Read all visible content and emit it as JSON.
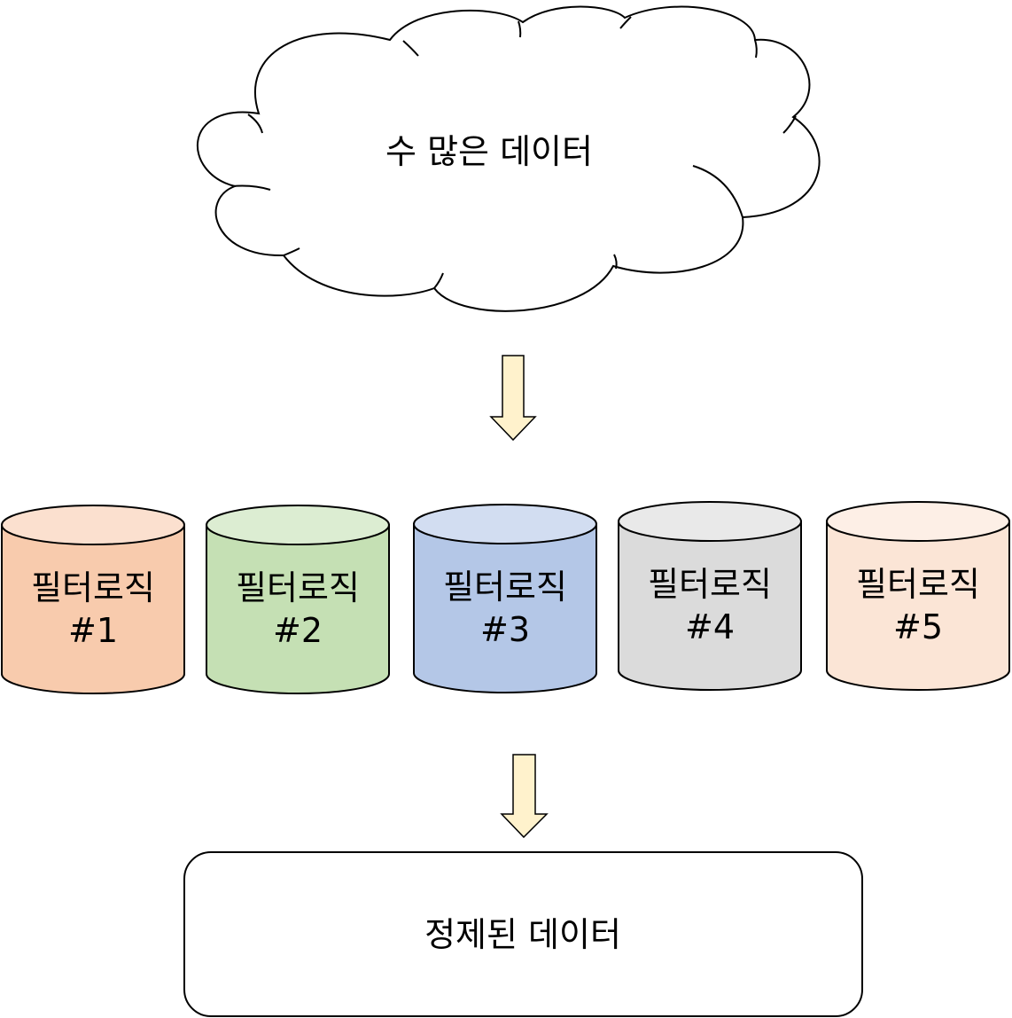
{
  "source": {
    "label": "수 많은 데이터"
  },
  "filters": [
    {
      "title": "필터로직",
      "number": "#1",
      "fill": "#f8cbad",
      "top_fill": "#fbe0cf"
    },
    {
      "title": "필터로직",
      "number": "#2",
      "fill": "#c5e0b4",
      "top_fill": "#dcedd2"
    },
    {
      "title": "필터로직",
      "number": "#3",
      "fill": "#b4c7e7",
      "top_fill": "#d2ddf1"
    },
    {
      "title": "필터로직",
      "number": "#4",
      "fill": "#dbdbdb",
      "top_fill": "#e9e9e9"
    },
    {
      "title": "필터로직",
      "number": "#5",
      "fill": "#fbe5d6",
      "top_fill": "#fdefe6"
    }
  ],
  "result": {
    "label": "정제된 데이터"
  },
  "colors": {
    "arrow_fill": "#fff2cc",
    "stroke": "#000000",
    "background": "#ffffff"
  }
}
